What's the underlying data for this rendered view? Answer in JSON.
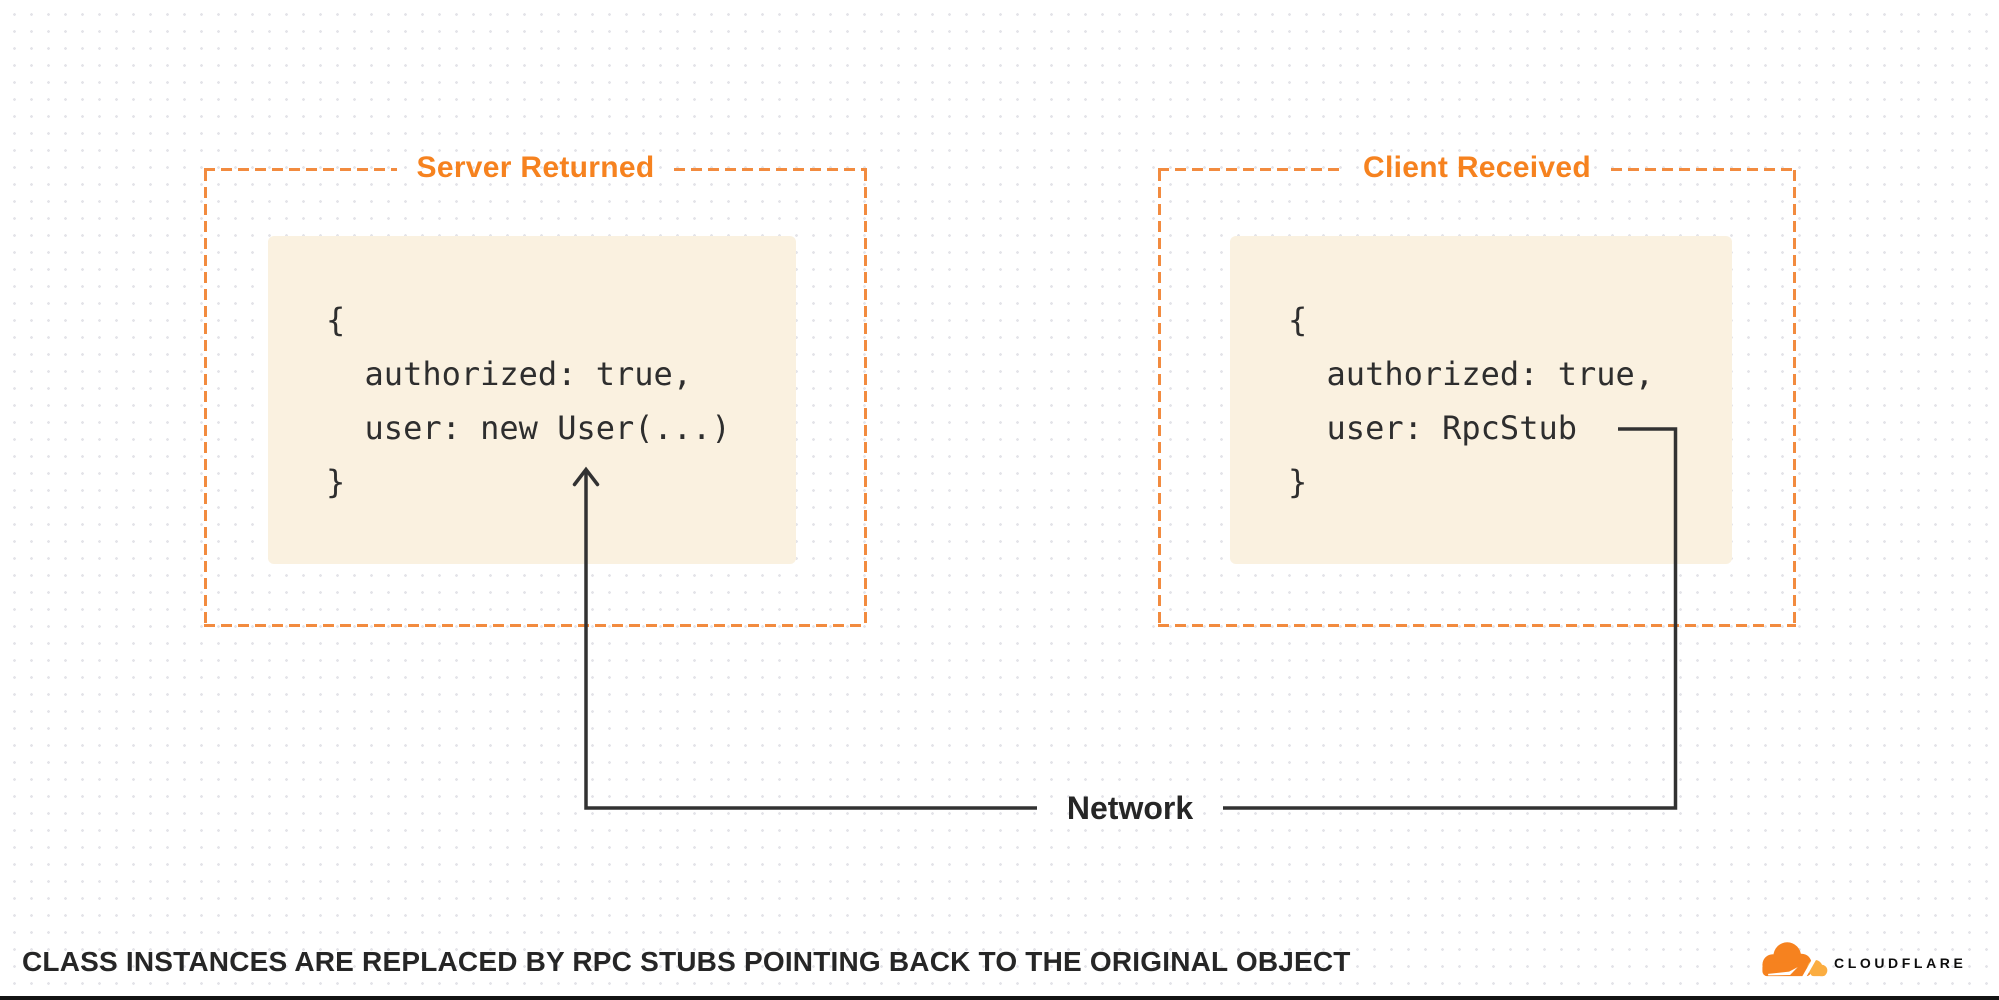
{
  "page": {
    "caption": "CLASS INSTANCES ARE REPLACED BY RPC STUBS POINTING BACK TO THE ORIGINAL OBJECT"
  },
  "server_panel": {
    "title": "Server Returned",
    "code_lines": [
      "{",
      "  authorized: true,",
      "  user: new User(...)",
      "}"
    ]
  },
  "client_panel": {
    "title": "Client Received",
    "code_lines": [
      "{",
      "  authorized: true,",
      "  user: RpcStub",
      "}"
    ]
  },
  "network": {
    "label": "Network"
  },
  "logo": {
    "wordmark": "CLOUDFLARE",
    "icon": "cloudflare-cloud-icon"
  },
  "colors": {
    "accent_orange": "#F6821F",
    "dash_orange": "#F28B3F",
    "logo_light_orange": "#FBAD41",
    "code_block_bg": "#FAF1E0",
    "line_dark": "#323232",
    "text_dark": "#262626",
    "dot_grid": "#E4E4E9",
    "background": "#FFFFFF",
    "bottom_bar": "#141414"
  }
}
